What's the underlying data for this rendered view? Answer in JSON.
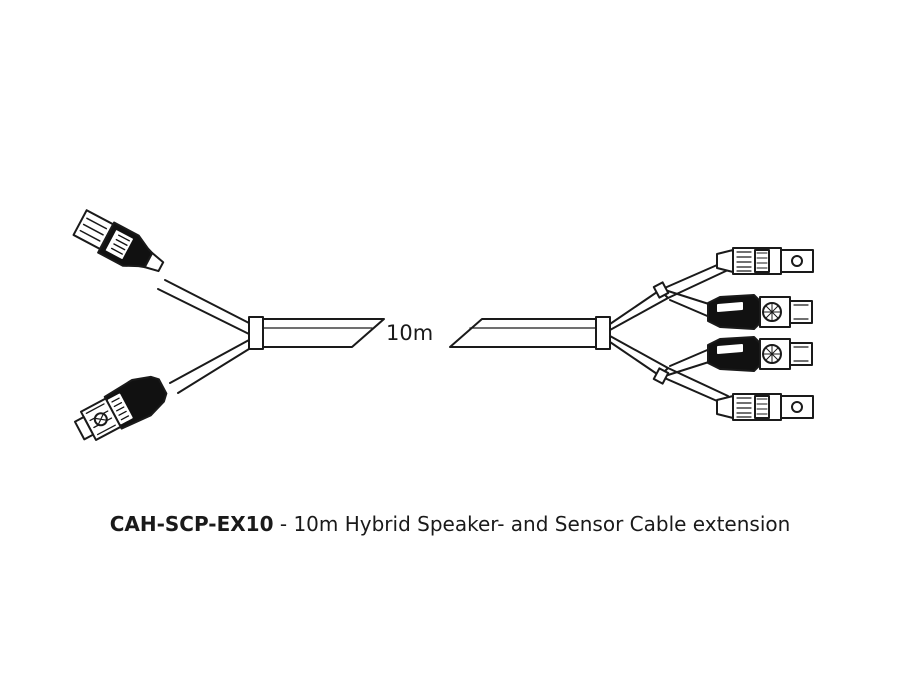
{
  "diagram": {
    "length_label": "10m",
    "caption": {
      "product_code": "CAH-SCP-EX10",
      "separator": " - ",
      "description": "10m Hybrid Speaker- and Sensor Cable extension"
    }
  },
  "colors": {
    "stroke": "#1a1a1a",
    "connector_fill": "#111111",
    "background": "#ffffff"
  }
}
